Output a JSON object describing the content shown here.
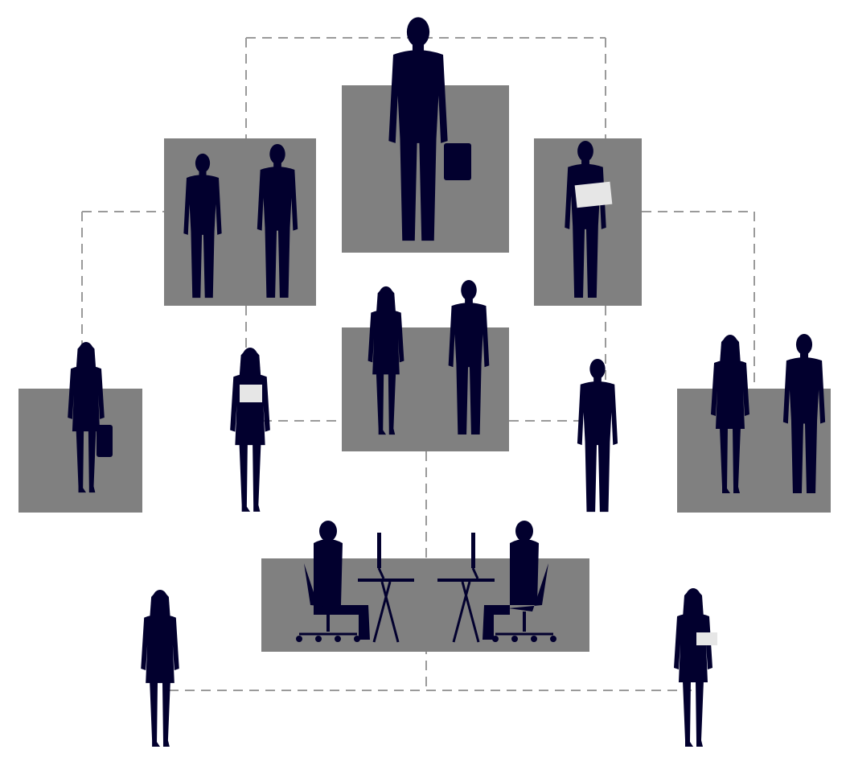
{
  "colors": {
    "background": "#ffffff",
    "box": "#808080",
    "silhouette": "#02002e",
    "connector": "#9a9a9a",
    "paper": "#e6e6e6"
  },
  "figures": [
    {
      "icon": "businessman-on-phone-icon",
      "group": "top"
    },
    {
      "icon": "handshake-icon",
      "group": "upper-left"
    },
    {
      "icon": "businessman-with-document-icon",
      "group": "upper-right"
    },
    {
      "icon": "businesswoman-talking-icon",
      "group": "center"
    },
    {
      "icon": "businessman-listening-icon",
      "group": "center"
    },
    {
      "icon": "businesswoman-with-bag-icon",
      "group": "left"
    },
    {
      "icon": "businesswoman-with-folder-icon",
      "group": "mid-left"
    },
    {
      "icon": "businessman-arms-crossed-icon",
      "group": "mid-right"
    },
    {
      "icon": "business-conversation-icon",
      "group": "right"
    },
    {
      "icon": "office-workers-at-desks-icon",
      "group": "bottom"
    },
    {
      "icon": "businesswoman-standing-icon",
      "group": "bottom-left"
    },
    {
      "icon": "businesswoman-with-paper-icon",
      "group": "bottom-right"
    }
  ]
}
